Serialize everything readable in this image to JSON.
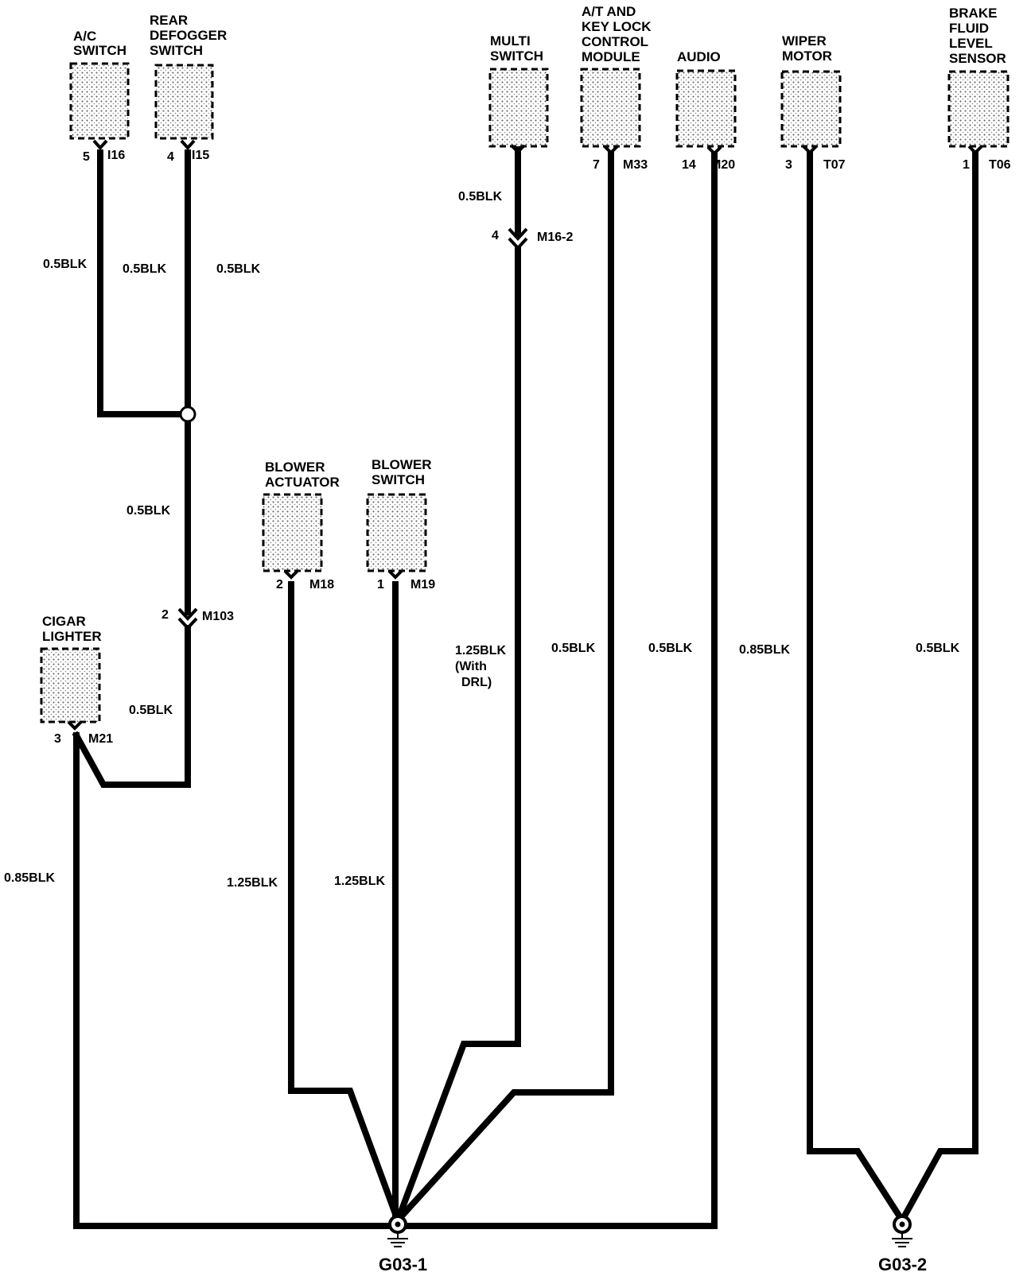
{
  "components": {
    "ac_switch": {
      "name": [
        "A/C",
        "SWITCH"
      ],
      "pin": "5",
      "connector": "I16"
    },
    "rear_defogger_switch": {
      "name": [
        "REAR",
        "DEFOGGER",
        "SWITCH"
      ],
      "pin": "4",
      "connector": "I15"
    },
    "multi_switch": {
      "name": [
        "MULTI",
        "SWITCH"
      ]
    },
    "at_key_lock_module": {
      "name": [
        "A/T  AND",
        "KEY LOCK",
        "CONTROL",
        "MODULE"
      ],
      "pin": "7",
      "connector": "M33"
    },
    "audio": {
      "name": [
        "AUDIO"
      ],
      "pin": "14",
      "connector": "M20"
    },
    "wiper_motor": {
      "name": [
        "WIPER",
        "MOTOR"
      ],
      "pin": "3",
      "connector": "T07"
    },
    "brake_fluid_sensor": {
      "name": [
        "BRAKE",
        "FLUID",
        "LEVEL",
        "SENSOR"
      ],
      "pin": "1",
      "connector": "T06"
    },
    "blower_actuator": {
      "name": [
        "BLOWER",
        "ACTUATOR"
      ],
      "pin": "2",
      "connector": "M18"
    },
    "blower_switch": {
      "name": [
        "BLOWER",
        "SWITCH"
      ],
      "pin": "1",
      "connector": "M19"
    },
    "cigar_lighter": {
      "name": [
        "CIGAR",
        "LIGHTER"
      ],
      "pin": "3",
      "connector": "M21"
    }
  },
  "connectors": {
    "m16_2": {
      "pin": "4",
      "id": "M16-2"
    },
    "m103": {
      "pin": "2",
      "id": "M103"
    }
  },
  "wires": {
    "ac_switch": "0.5BLK",
    "rear_defogger_a": "0.5BLK",
    "rear_defogger_b": "0.5BLK",
    "splice_to_m103": "0.5BLK",
    "m103_to_lighter": "0.5BLK",
    "cigar_lighter": "0.85BLK",
    "multi_switch_upper": "0.5BLK",
    "multi_switch_lower": [
      "1.25BLK",
      "(With",
      "DRL)"
    ],
    "at_module": "0.5BLK",
    "audio": "0.5BLK",
    "wiper_motor": "0.85BLK",
    "brake_sensor": "0.5BLK",
    "blower_actuator": "1.25BLK",
    "blower_switch": "1.25BLK"
  },
  "grounds": {
    "g1": "G03-1",
    "g2": "G03-2"
  }
}
